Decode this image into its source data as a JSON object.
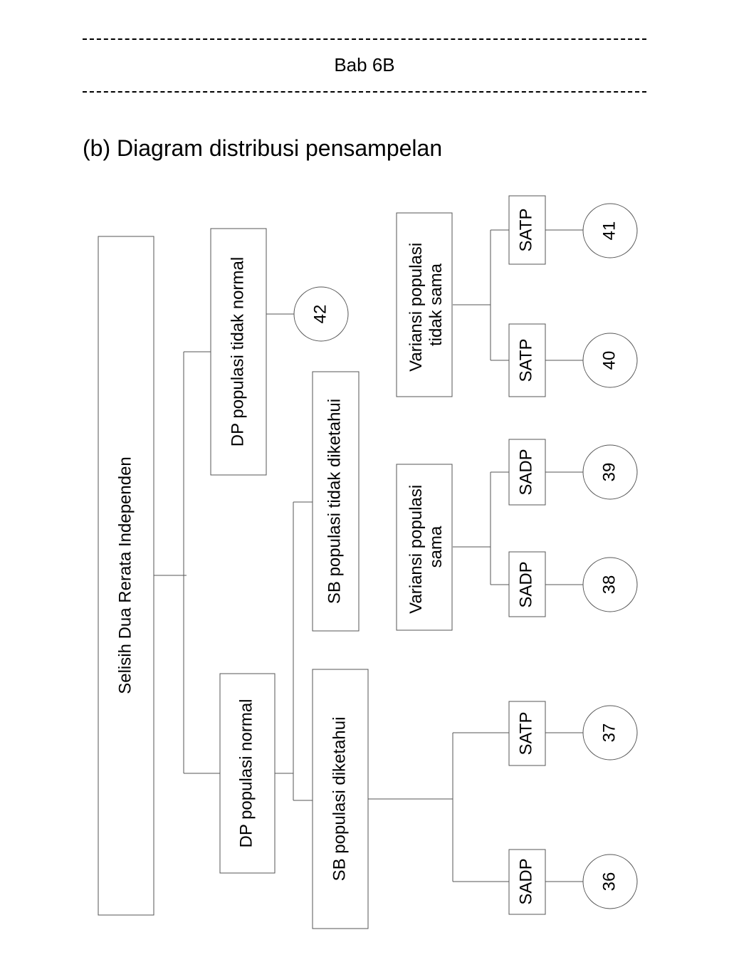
{
  "header": {
    "chapter": "Bab 6B"
  },
  "title": "(b) Diagram distribusi pensampelan",
  "diagram": {
    "root": "Selisih Dua Rerata Independen",
    "dp_normal": "DP populasi normal",
    "dp_tidak_normal": "DP populasi tidak normal",
    "sb_diketahui": "SB populasi diketahui",
    "sb_tidak_diketahui": "SB populasi tidak diketahui",
    "var_sama_line1": "Variansi populasi",
    "var_sama_line2": "sama",
    "var_tidak_sama_line1": "Variansi populasi",
    "var_tidak_sama_line2": "tidak sama",
    "leaves": {
      "l36": "SADP",
      "l37": "SATP",
      "l38": "SADP",
      "l39": "SADP",
      "l40": "SATP",
      "l41": "SATP"
    },
    "numbers": {
      "n36": "36",
      "n37": "37",
      "n38": "38",
      "n39": "39",
      "n40": "40",
      "n41": "41",
      "n42": "42"
    }
  }
}
